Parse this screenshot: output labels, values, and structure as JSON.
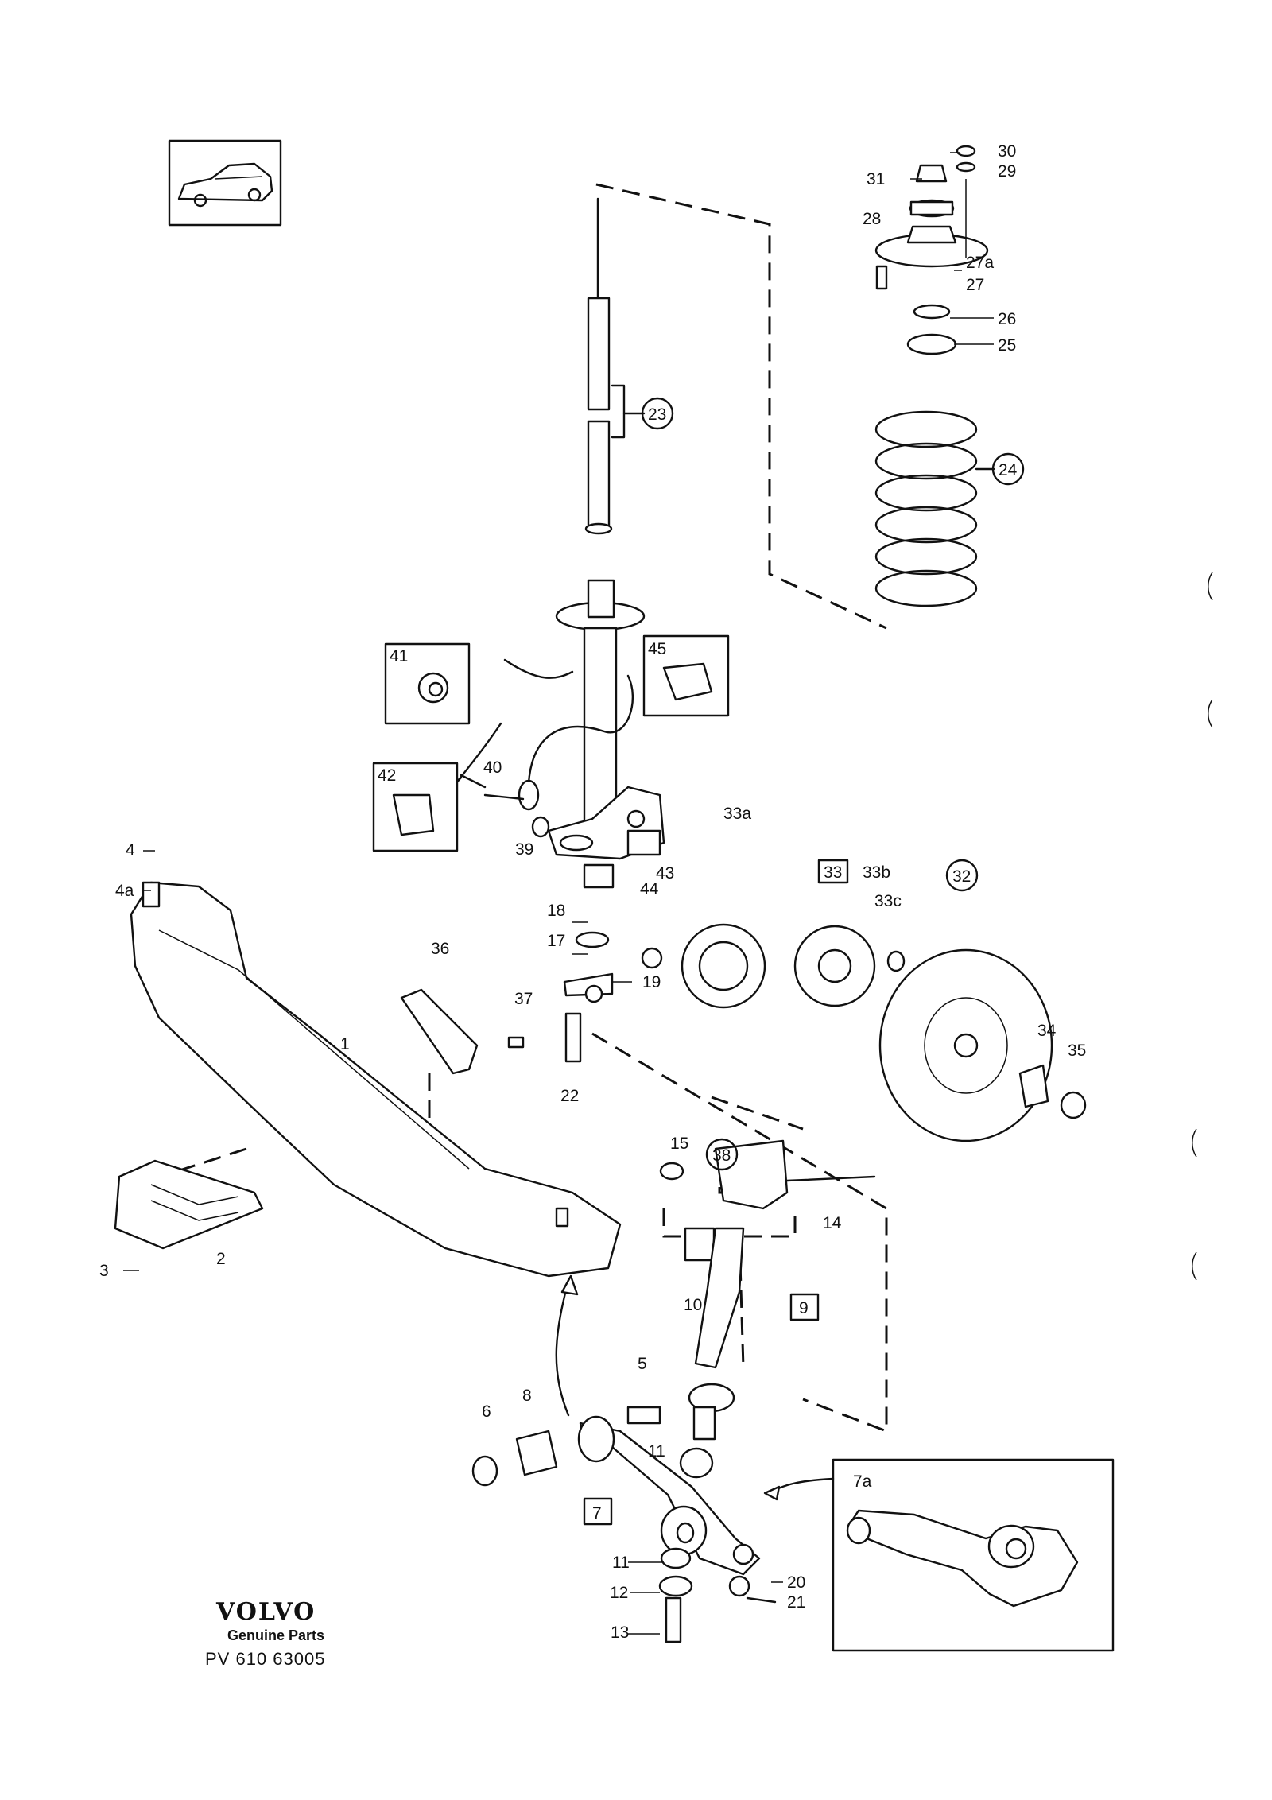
{
  "labels": {
    "l1": "1",
    "l2": "2",
    "l3": "3",
    "l4": "4",
    "l4a": "4a",
    "l5": "5",
    "l6": "6",
    "l7": "7",
    "l7a": "7a",
    "l8": "8",
    "l9": "9",
    "l10": "10",
    "l11a": "11",
    "l11b": "11",
    "l12": "12",
    "l13": "13",
    "l14": "14",
    "l15": "15",
    "l17": "17",
    "l18": "18",
    "l19": "19",
    "l20": "20",
    "l21": "21",
    "l22": "22",
    "l23": "23",
    "l24": "24",
    "l25": "25",
    "l26": "26",
    "l27": "27",
    "l27a": "27a",
    "l28": "28",
    "l29": "29",
    "l30": "30",
    "l31": "31",
    "l32": "32",
    "l33": "33",
    "l33a": "33a",
    "l33b": "33b",
    "l33c": "33c",
    "l34": "34",
    "l35": "35",
    "l36": "36",
    "l37": "37",
    "l38": "38",
    "l39": "39",
    "l40": "40",
    "l41": "41",
    "l42": "42",
    "l43": "43",
    "l44": "44",
    "l45": "45"
  },
  "footer": {
    "brand": "VOLVO",
    "tagline": "Genuine Parts",
    "code": "PV 610 63005"
  },
  "icons": [
    "car-icon"
  ]
}
